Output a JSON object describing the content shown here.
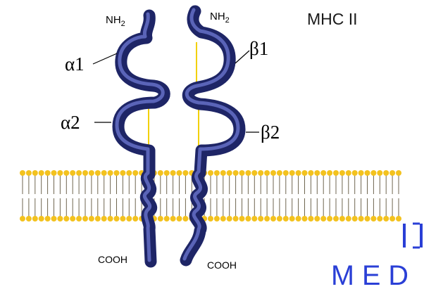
{
  "diagram": {
    "title": "MHC II",
    "alpha_chain": {
      "n_terminus": "NH",
      "n_terminus_sub": "2",
      "domain1": "α1",
      "domain2": "α2",
      "c_terminus": "COOH"
    },
    "beta_chain": {
      "n_terminus": "NH",
      "n_terminus_sub": "2",
      "domain1": "β1",
      "domain2": "β2",
      "c_terminus": "COOH"
    },
    "corner_glyphs": "M E D",
    "colors": {
      "chain": "#26307a",
      "chain_highlight": "#5a64b8",
      "lipid_head": "#f3c21e",
      "lipid_tail": "#6f6650",
      "disulfide": "#f2d000",
      "corner_glyphs": "#2a3fd6"
    }
  }
}
